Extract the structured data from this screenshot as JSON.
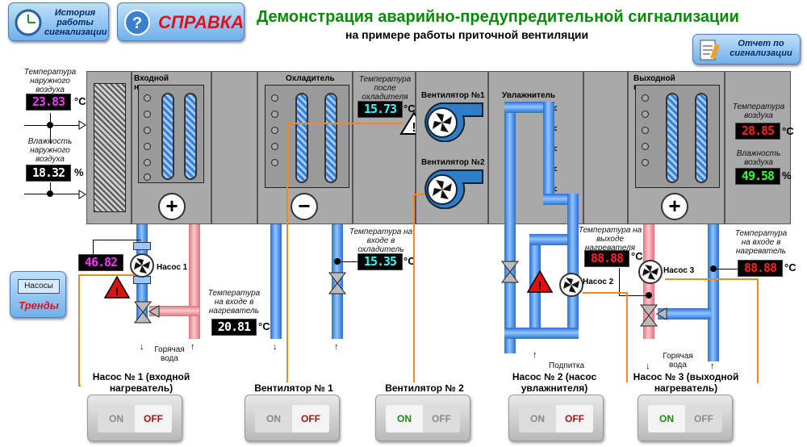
{
  "header": {
    "history_button_label": "История работы сигнализации",
    "help_button_label": "СПРАВКА",
    "title": "Демонстрация аварийно-предупредительной сигнализации",
    "subtitle": "на примере работы приточной вентиляции",
    "report_button_label": "Отчет по сигнализации"
  },
  "sensors": {
    "outdoor_temp": {
      "label": "Температура наружного воздуха",
      "value": "23.83",
      "unit": "°C",
      "color": "#ff33ff"
    },
    "outdoor_humidity": {
      "label": "Влажность наружного воздуха",
      "value": "18.32",
      "unit": "%",
      "color": "#ffffff"
    },
    "after_cooler_temp": {
      "label": "Температура после охладителя",
      "value": "15.73",
      "unit": "°C",
      "color": "#33ffff"
    },
    "air_temp": {
      "label": "Температура воздуха",
      "value": "28.85",
      "unit": "°C",
      "color": "#ff2222"
    },
    "air_humidity": {
      "label": "Влажность воздуха",
      "value": "49.58",
      "unit": "%",
      "color": "#33ff33"
    },
    "pump1_display": {
      "value": "46.82",
      "color": "#ff33ff"
    },
    "heater_inlet_temp": {
      "label": "Температура на входе в нагреватель",
      "value": "20.81",
      "unit": "°C",
      "color": "#ffffff"
    },
    "cooler_inlet_temp": {
      "label": "Температура на входе в охладитель",
      "value": "15.35",
      "unit": "°C",
      "color": "#33ffff"
    },
    "out_heater_outlet_temp": {
      "label": "Температура на выходе нагревателя",
      "value": "88.88",
      "unit": "°C",
      "color": "#ff2222"
    },
    "out_heater_inlet_temp": {
      "label": "Температура на входе в нагреватель",
      "value": "88.88",
      "unit": "°C",
      "color": "#ff2222"
    }
  },
  "sections": {
    "inlet_heater": "Входной нагреватель",
    "cooler": "Охладитель",
    "fan1": "Вентилятор №1",
    "fan2": "Вентилятор №2",
    "humidifier": "Увлажнитель",
    "outlet_heater": "Выходной нагреватель"
  },
  "labels": {
    "pump1": "Насос 1",
    "pump2": "Насос 2",
    "pump3": "Насос 3",
    "hot_water_1": "Горячая вода",
    "hot_water_2": "Горячая вода",
    "makeup": "Подпитка"
  },
  "trends": {
    "button_label": "Насосы",
    "title": "Тренды"
  },
  "controls": [
    {
      "label": "Насос № 1 (входной нагреватель)",
      "on": "ON",
      "off": "OFF",
      "state": "off"
    },
    {
      "label": "Вентилятор № 1",
      "on": "ON",
      "off": "OFF",
      "state": "off"
    },
    {
      "label": "Вентилятор № 2",
      "on": "ON",
      "off": "OFF",
      "state": "on"
    },
    {
      "label": "Насос № 2 (насос увлажнителя)",
      "on": "ON",
      "off": "OFF",
      "state": "off"
    },
    {
      "label": "Насос № 3 (выходной нагреватель)",
      "on": "ON",
      "off": "OFF",
      "state": "on"
    }
  ],
  "colors": {
    "title": "#0a8a0a",
    "help": "#e0101a",
    "off_active": "#b01010",
    "on_active": "#1a8a1a",
    "signal_line": "#f08a20"
  }
}
